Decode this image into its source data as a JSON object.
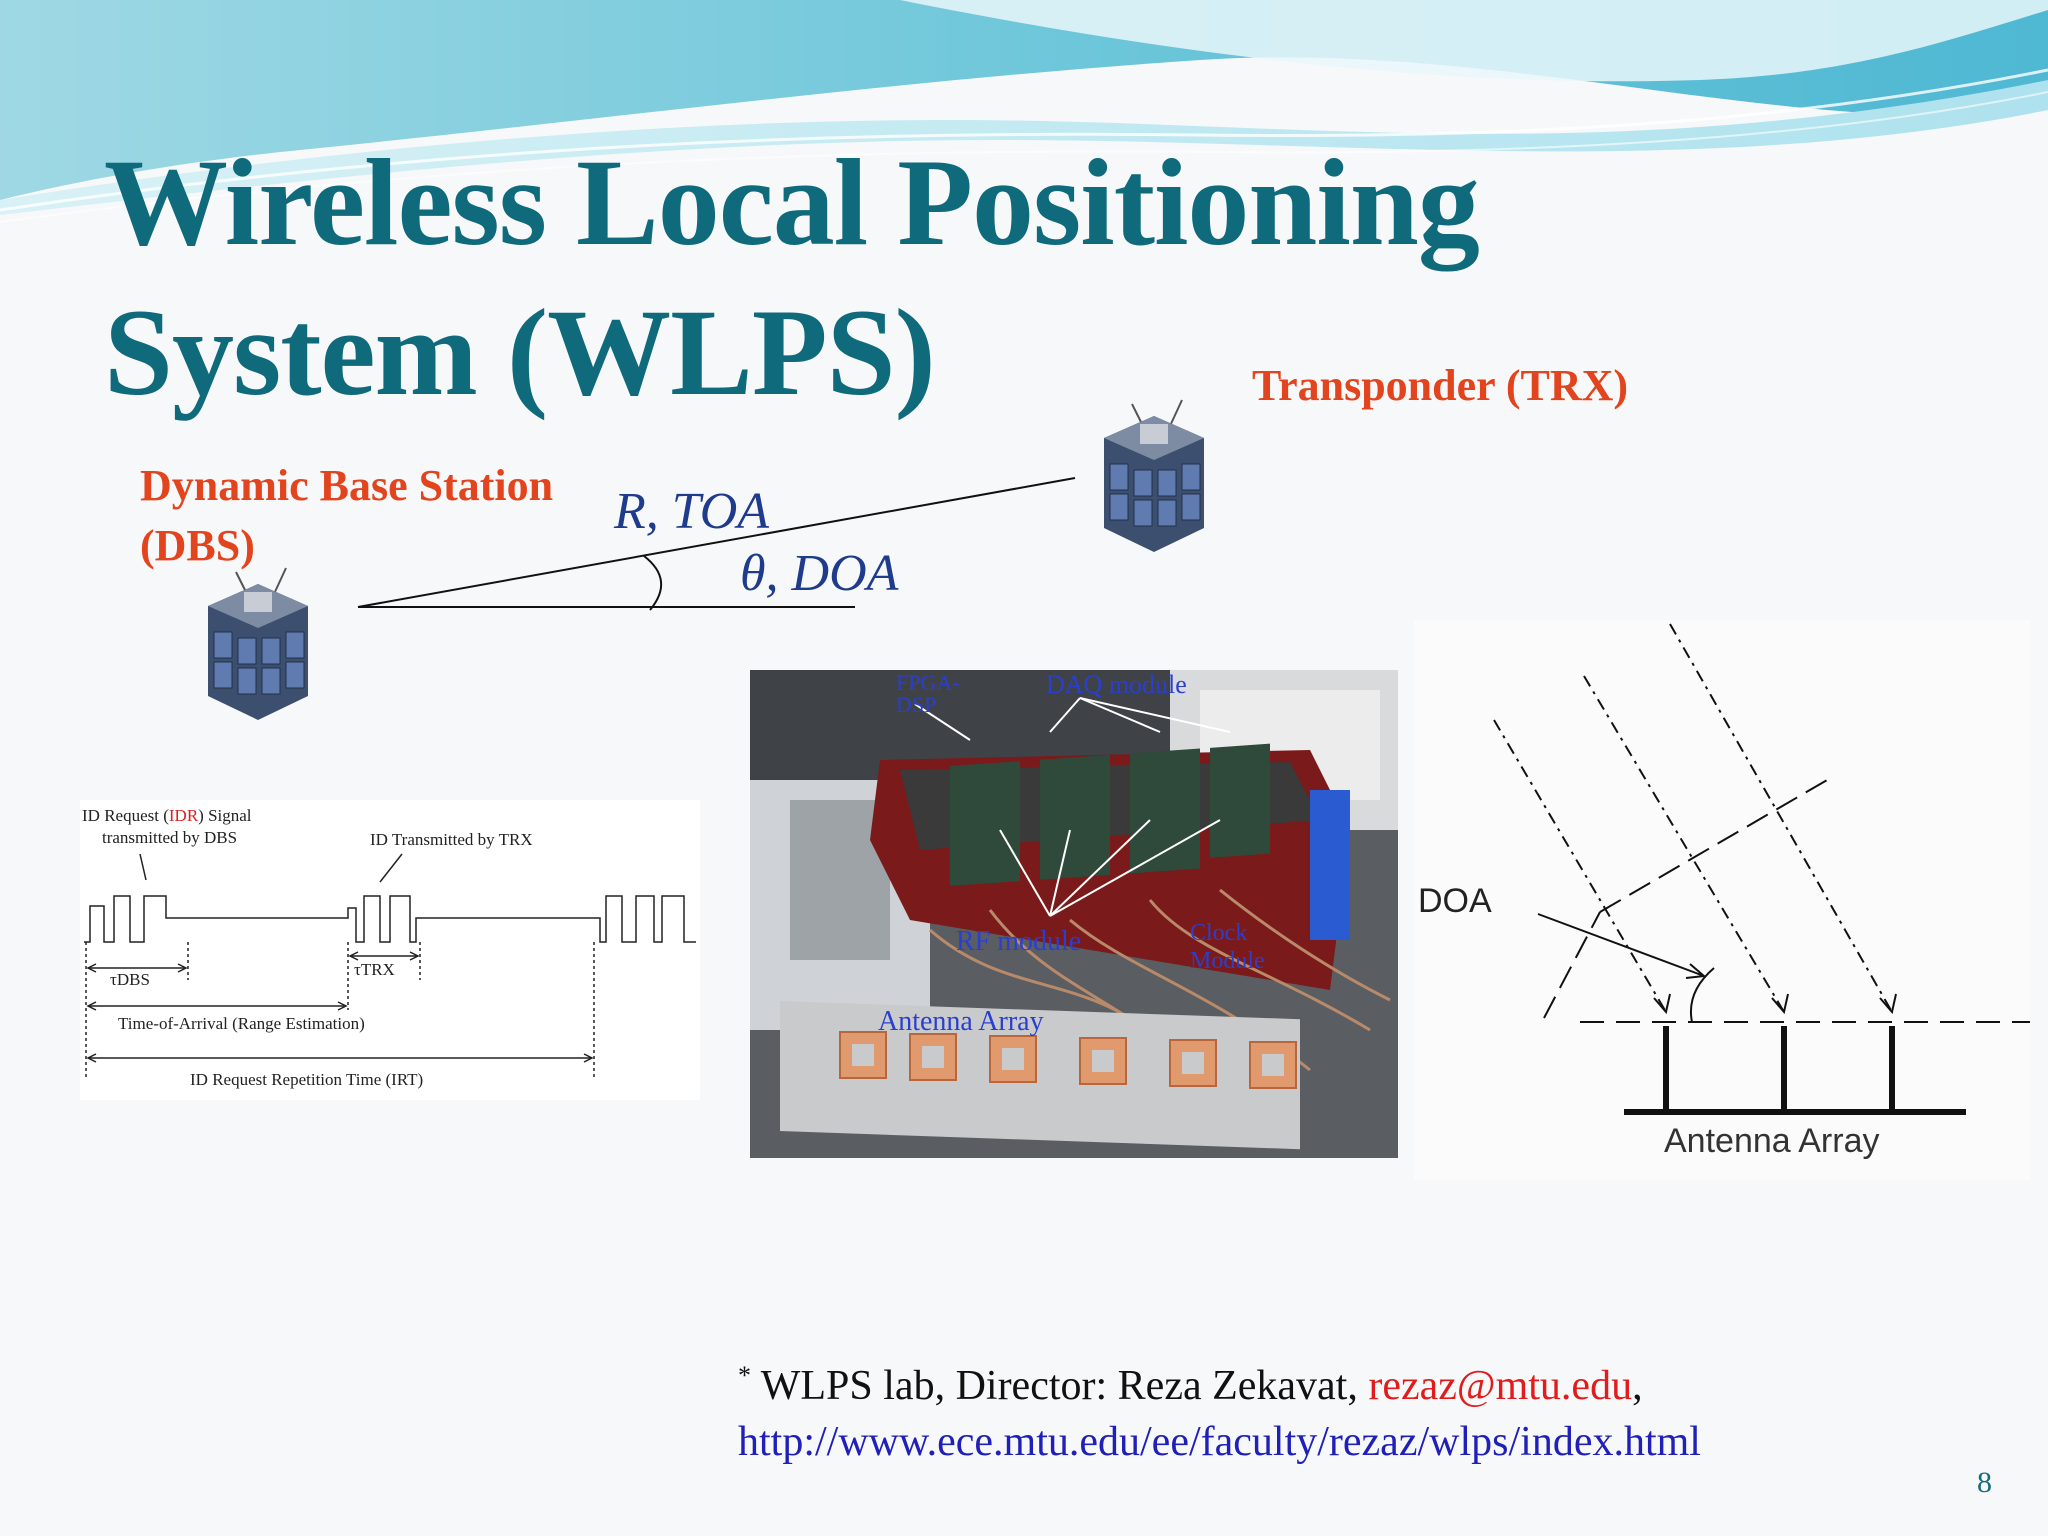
{
  "slide": {
    "title_line1": "Wireless Local Positioning",
    "title_line2": "System (WLPS)",
    "page_number": "8"
  },
  "labels": {
    "transponder": "Transponder (TRX)",
    "dbs_line1": "Dynamic Base Station",
    "dbs_line2": "(DBS)",
    "range_toa": "R, TOA",
    "theta_doa": "θ, DOA"
  },
  "timing_diagram": {
    "idr_prefix": "ID Request (",
    "idr_highlight": "IDR",
    "idr_suffix": ") Signal",
    "idr_line2": "transmitted by DBS",
    "id_trx": "ID Transmitted by TRX",
    "tau_dbs": "τDBS",
    "tau_trx": "τTRX",
    "toa": "Time-of-Arrival (Range Estimation)",
    "irt": "ID Request Repetition Time (IRT)",
    "highlight_color": "#e21c1c"
  },
  "photo": {
    "fpga": "FPGA-",
    "dsp": "DSP",
    "daq": "DAQ module",
    "rf": "RF module",
    "clock1": "Clock",
    "clock2": "Module",
    "antenna": "Antenna Array"
  },
  "doa_diagram": {
    "doa": "DOA",
    "antenna_array": "Antenna Array"
  },
  "footer": {
    "star": "*",
    "text": " WLPS lab, Director: Reza Zekavat, ",
    "email": "rezaz@mtu.edu",
    "comma": ",",
    "url": "http://www.ece.mtu.edu/ee/faculty/rezaz/wlps/index.html"
  },
  "colors": {
    "title": "#0f6a7c",
    "red_label": "#e2451d",
    "math": "#1f3b8c",
    "email": "#e21c1c",
    "url": "#2020b8"
  }
}
